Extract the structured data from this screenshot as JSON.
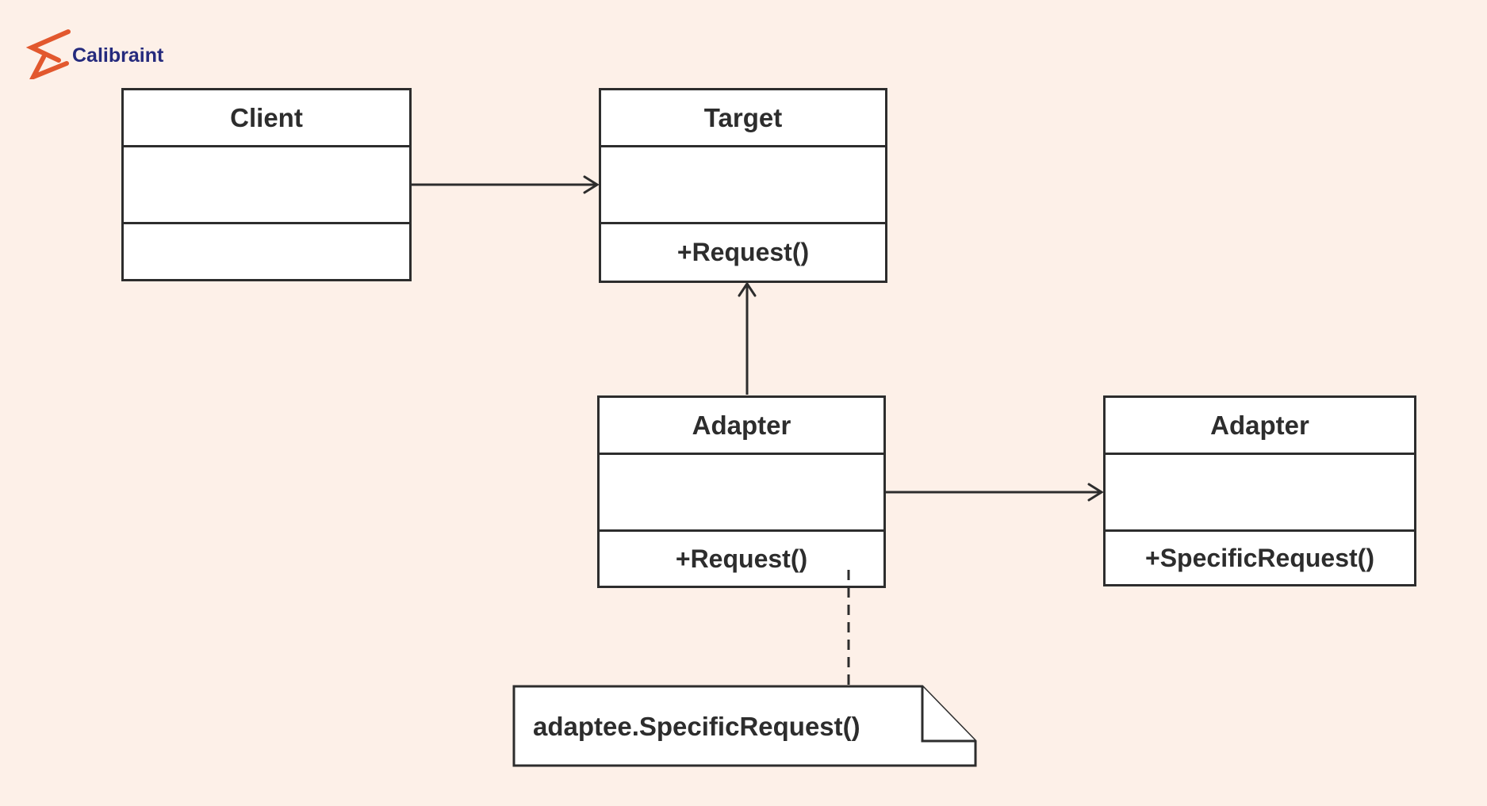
{
  "page": {
    "background_color": "#FDF0E8",
    "line_color": "#2D2D2D",
    "box_fill_color": "#FFFFFF"
  },
  "logo": {
    "brand": "Calibraint",
    "icon_name": "calibraint-zigzag-icon",
    "icon_color": "#E2582E",
    "text_color": "#252A7D"
  },
  "diagram": {
    "pattern": "Adapter",
    "classes": [
      {
        "id": "client",
        "title": "Client",
        "attributes": "",
        "methods": ""
      },
      {
        "id": "target",
        "title": "Target",
        "attributes": "",
        "methods": "+Request()"
      },
      {
        "id": "adapter",
        "title": "Adapter",
        "attributes": "",
        "methods": "+Request()"
      },
      {
        "id": "adaptee",
        "title": "Adapter",
        "attributes": "",
        "methods": "+SpecificRequest()"
      }
    ],
    "edges": [
      {
        "from": "client",
        "to": "target",
        "style": "solid-arrow",
        "direction": "right"
      },
      {
        "from": "adapter",
        "to": "target",
        "style": "solid-arrow",
        "direction": "up"
      },
      {
        "from": "adapter",
        "to": "adaptee",
        "style": "solid-arrow",
        "direction": "right"
      },
      {
        "from": "adapter",
        "to": "note",
        "style": "dashed-line",
        "direction": "down"
      }
    ],
    "note": {
      "text": "adaptee.SpecificRequest()"
    }
  }
}
